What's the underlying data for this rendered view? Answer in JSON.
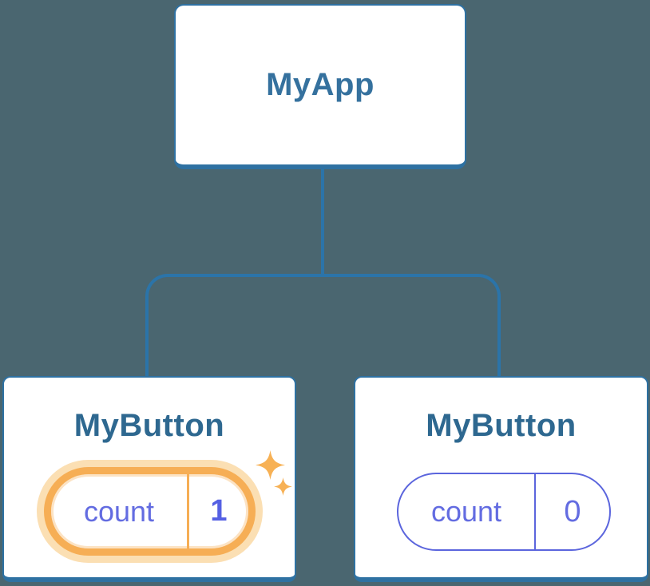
{
  "diagram": {
    "type": "component-tree",
    "root": {
      "label": "MyApp"
    },
    "children": [
      {
        "label": "MyButton",
        "state": {
          "name": "count",
          "value": "1",
          "highlighted": true,
          "decoration": "sparkle-icons"
        }
      },
      {
        "label": "MyButton",
        "state": {
          "name": "count",
          "value": "0",
          "highlighted": false
        }
      }
    ]
  },
  "colors": {
    "bg": "#4A6670",
    "line": "#2B74A9",
    "card_border": "#2E71A2",
    "card_bg": "#FFFFFF",
    "root_text": "#35719E",
    "child_text": "#2E6890",
    "indigo_border": "#5B65DD",
    "indigo_text": "#636CE1",
    "indigo_value": "#5560E3",
    "orange": "#F6AE55",
    "orange_glow": "#FBDFB3",
    "sparkle": "#F7B155"
  },
  "icons": {
    "sparkle": "four-pointed-star"
  }
}
